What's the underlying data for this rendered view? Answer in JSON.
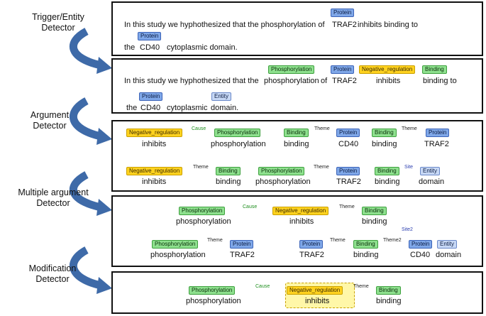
{
  "stages": {
    "trigger": "Trigger/Entity\nDetector",
    "argument": "Argument\nDetector",
    "multiple": "Multiple argument\nDetector",
    "modification": "Modification\nDetector"
  },
  "panel1": {
    "line1": "In this study we hyphothesized that the phosphorylation of",
    "line1_traf2": "TRAF2",
    "line1_rest": "inhibits binding to",
    "line2_the": "the",
    "line2_cd40": "CD40",
    "line2_rest": "cytoplasmic domain.",
    "tag_protein1": "Protein",
    "tag_protein2": "Protein"
  },
  "panel2": {
    "line1": "In this study we hyphothesized that the",
    "phosphorylation": "phosphorylation",
    "of": "of",
    "traf2": "TRAF2",
    "inhibits": "inhibits",
    "binding_to": "binding to",
    "the": "the",
    "cd40": "CD40",
    "cytoplasmic": "cytoplasmic",
    "domain": "domain.",
    "tag_phosphorylation": "Phosphorylation",
    "tag_protein1": "Protein",
    "tag_negreg": "Negative_regulation",
    "tag_binding": "Binding",
    "tag_protein2": "Protein",
    "tag_entity": "Entity"
  },
  "panel3": {
    "neg1_tag": "Negative_regulation",
    "neg1_word": "inhibits",
    "cause1": "Cause",
    "phos1_tag": "Phosphorylation",
    "phos1_word": "phosphorylation",
    "bind1_tag": "Binding",
    "bind1_word": "binding",
    "theme1": "Theme",
    "prot1_tag": "Protein",
    "prot1_word": "CD40",
    "bind2_tag": "Binding",
    "bind2_word": "binding",
    "theme2": "Theme",
    "prot2_tag": "Protein",
    "prot2_word": "TRAF2",
    "neg2_tag": "Negative_regulation",
    "neg2_word": "inhibits",
    "theme3": "Theme",
    "bind3_tag": "Binding",
    "bind3_word": "binding",
    "phos2_tag": "Phosphorylation",
    "phos2_word": "phosphorylation",
    "theme4": "Theme",
    "prot3_tag": "Protein",
    "prot3_word": "TRAF2",
    "bind4_tag": "Binding",
    "bind4_word": "binding",
    "site1": "Site",
    "ent1_tag": "Entity",
    "ent1_word": "domain"
  },
  "panel4": {
    "phos1_tag": "Phosphorylation",
    "phos1_word": "phosphorylation",
    "cause": "Cause",
    "neg_tag": "Negative_regulation",
    "neg_word": "inhibits",
    "theme1": "Theme",
    "bind1_tag": "Binding",
    "bind1_word": "binding",
    "phos2_tag": "Phosphorylation",
    "phos2_word": "phosphorylation",
    "theme2": "Theme",
    "prot1_tag": "Protein",
    "prot1_word": "TRAF2",
    "prot2_tag": "Protein",
    "prot2_word": "TRAF2",
    "theme3": "Theme",
    "bind2_tag": "Binding",
    "bind2_word": "binding",
    "theme4": "Theme2",
    "site2": "Site2",
    "prot3_tag": "Protein",
    "prot3_word": "CD40",
    "ent_tag": "Entity",
    "ent_word": "domain"
  },
  "panel5": {
    "phos_tag": "Phosphorylation",
    "phos_word": "phosphorylation",
    "cause": "Cause",
    "neg_tag": "Negative_regulation",
    "neg_word": "inhibits",
    "theme": "Theme",
    "bind_tag": "Binding",
    "bind_word": "binding"
  },
  "colors": {
    "protein": "#7fa7e8",
    "entity": "#c7d8f5",
    "event": "#8ee08e",
    "negative_regulation": "#ffd21f",
    "arrow": "#3e6aa8"
  }
}
